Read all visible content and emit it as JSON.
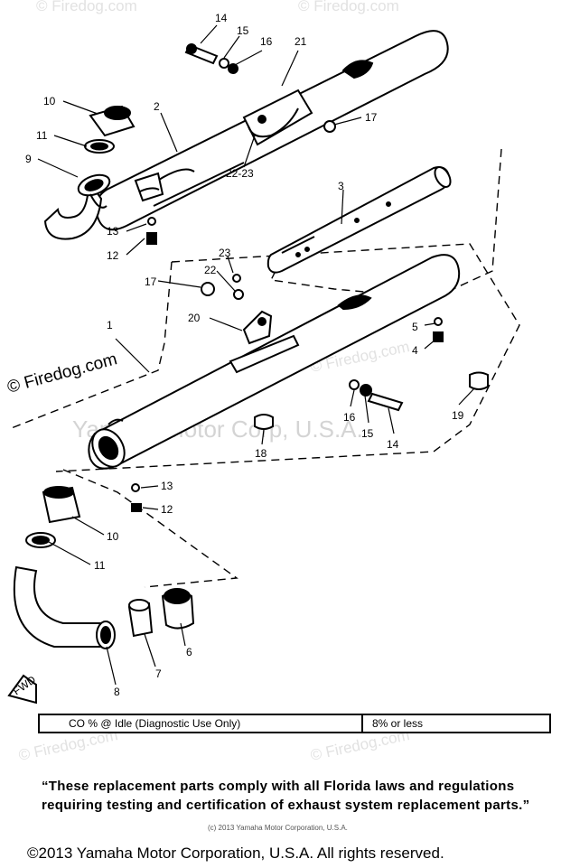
{
  "watermarks": {
    "firedog_side": "© Firedog.com",
    "firedog_repeat": "© Firedog.com",
    "yamaha_center": "Yamaha Motor Corp, U.S.A."
  },
  "callouts": {
    "c14a": "14",
    "c15a": "15",
    "c16a": "16",
    "c21": "21",
    "c10a": "10",
    "c2": "2",
    "c17a": "17",
    "c11a": "11",
    "c9": "9",
    "c22_23a": "22-23",
    "c3": "3",
    "c13a": "13",
    "c12a": "12",
    "c23": "23",
    "c22": "22",
    "c17b": "17",
    "c20": "20",
    "c5": "5",
    "c4": "4",
    "c1": "1",
    "c19": "19",
    "c16b": "16",
    "c15b": "15",
    "c14b": "14",
    "c18": "18",
    "c13b": "13",
    "c12b": "12",
    "c10b": "10",
    "c11b": "11",
    "c6": "6",
    "c7": "7",
    "c8": "8",
    "fwd": "FWD"
  },
  "emission_table": {
    "label": "CO % @ Idle (Diagnostic Use Only)",
    "value": "8% or less"
  },
  "notice": "“These replacement parts comply with all Florida laws and regulations requiring testing and certification of exhaust system replacement parts.”",
  "fine_print": "(c) 2013 Yamaha Motor Corporation, U.S.A.",
  "copyright": "©2013 Yamaha Motor Corporation, U.S.A. All rights reserved."
}
